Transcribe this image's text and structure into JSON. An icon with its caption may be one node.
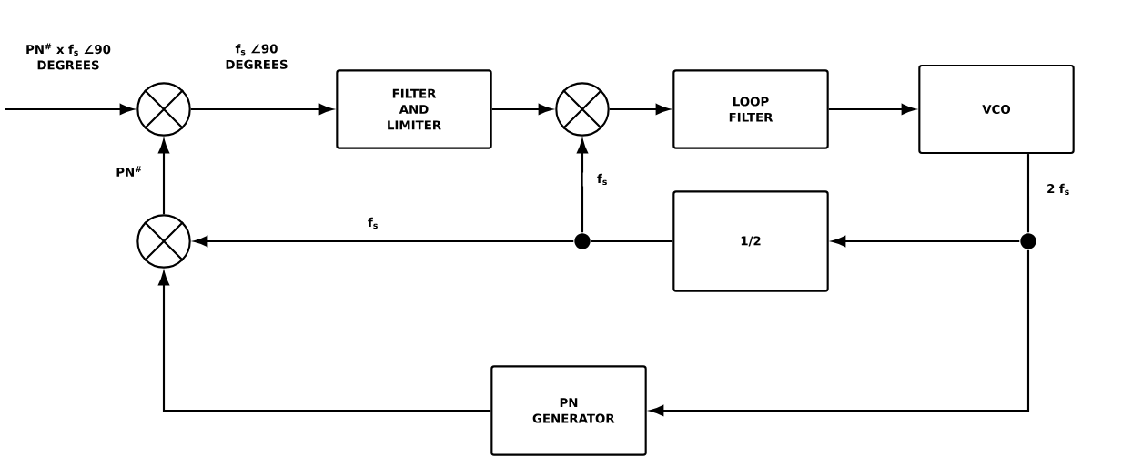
{
  "diagram": {
    "nodes": [
      {
        "text": [],
        "shape": "circle"
      },
      {
        "text": [
          "FILTER AND LIMITER"
        ]
      },
      {
        "text": [],
        "shape": "circle"
      },
      {
        "text": [
          "LOOP FILTER"
        ]
      },
      {
        "text": [
          "VCO"
        ]
      },
      {
        "text": [],
        "shape": "circle"
      },
      {
        "text": [],
        "shape": "dot"
      },
      {
        "text": [
          "1/2"
        ]
      },
      {
        "text": [],
        "shape": "dot"
      },
      {
        "text": [
          "PN GENERATOR"
        ]
      }
    ],
    "edges": [
      {
        "from": null,
        "to": 0,
        "arrow": "to",
        "label": "PN$^{#}$ x f$_{s}$ ∠90 DEGREES"
      },
      {
        "from": 0,
        "to": 1,
        "arrow": "to",
        "label": "f$_{s}$ ∠90 DEGREES"
      },
      {
        "from": 1,
        "to": 2,
        "arrow": "to"
      },
      {
        "from": 2,
        "to": 3,
        "arrow": "to"
      },
      {
        "from": 3,
        "to": 4,
        "arrow": "to"
      },
      {
        "from": 4,
        "to": 8,
        "arrow": "none",
        "label": "2 f$_{s}$"
      },
      {
        "from": 8,
        "to": 7,
        "arrow": "to"
      },
      {
        "from": 7,
        "to": 6,
        "arrow": "none"
      },
      {
        "from": 6,
        "to": 2,
        "arrow": "to",
        "label": "f$_{s}$"
      },
      {
        "from": 6,
        "to": 5,
        "arrow": "to",
        "label": "f$_{s}$"
      },
      {
        "from": 8,
        "to": 9,
        "arrow": "to"
      },
      {
        "from": 9,
        "to": 5,
        "arrow": "to"
      },
      {
        "from": 5,
        "to": 0,
        "arrow": "to",
        "label": "PN$^{#}$"
      }
    ]
  }
}
